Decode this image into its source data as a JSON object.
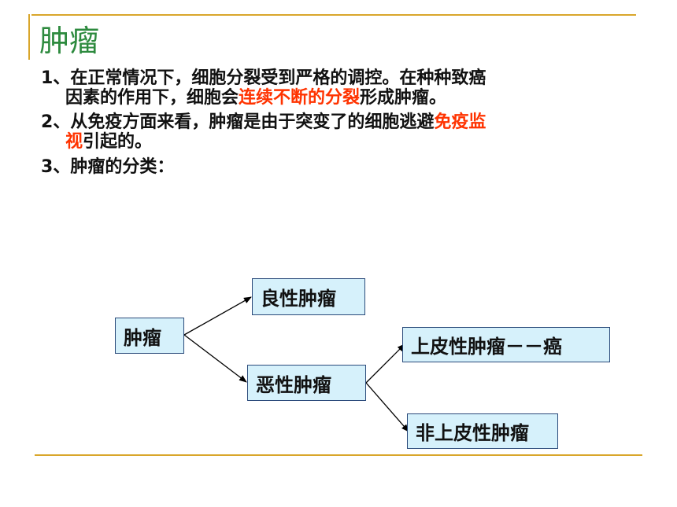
{
  "title": "肿瘤",
  "points": [
    {
      "num": "1",
      "sep": "、",
      "text_before": "在正常情况下，细胞分裂受到严格的调控。在种种致癌",
      "cont_before": "因素的作用下，细胞会",
      "highlight": "连续不断的分裂",
      "text_after": "形成肿瘤。"
    },
    {
      "num": "2",
      "sep": "、",
      "text_before": "从免疫方面来看，肿瘤是由于突变了的细胞逃避",
      "highlight_a": "免疫监",
      "highlight_b": "视",
      "text_after": "引起的。"
    },
    {
      "num": "3",
      "sep": "、",
      "text": "肿瘤的分类："
    }
  ],
  "diagram": {
    "root": "肿瘤",
    "benign": "良性肿瘤",
    "malignant": "恶性肿瘤",
    "epithelial": "上皮性肿瘤－－癌",
    "non_epithelial": "非上皮性肿瘤"
  },
  "colors": {
    "title": "#2d8a3e",
    "highlight": "#ff3300",
    "rule": "#d9a62b",
    "box_fill": "#d6f1fb",
    "box_border": "#2a4a7a"
  }
}
